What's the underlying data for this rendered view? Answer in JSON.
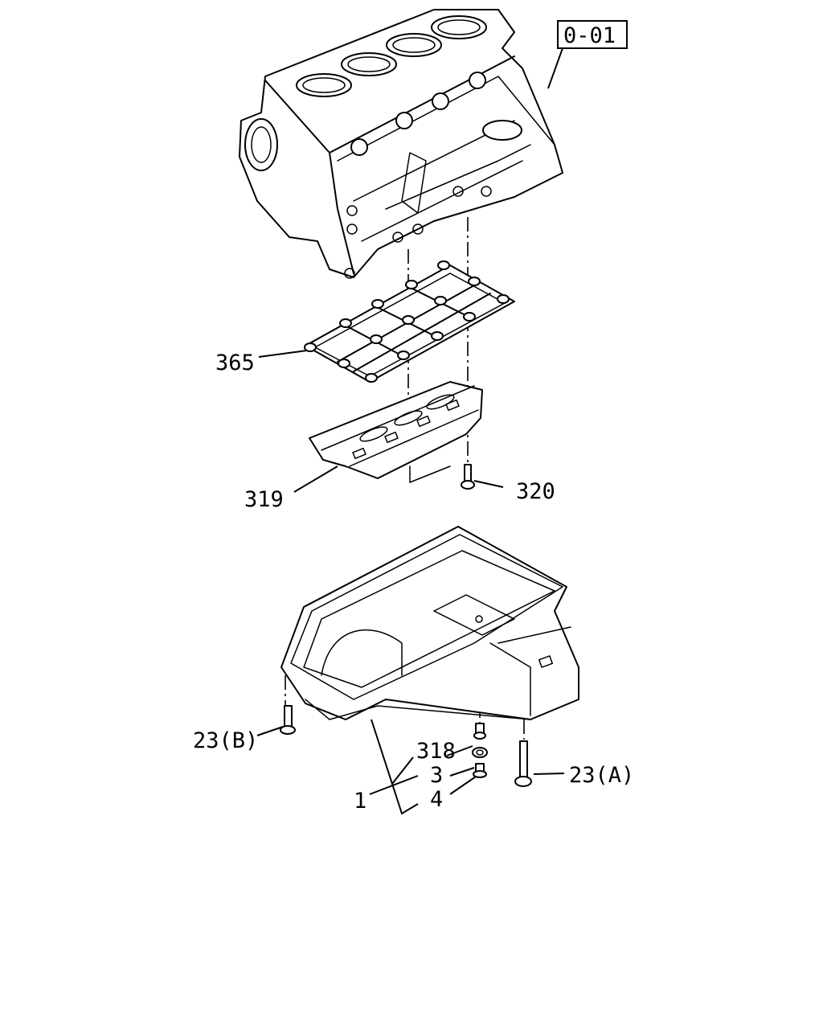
{
  "reference": {
    "code": "0-01"
  },
  "callouts": {
    "c365": "365",
    "c319": "319",
    "c320": "320",
    "c23b": "23(B)",
    "c318": "318",
    "c3": "3",
    "c1": "1",
    "c4": "4",
    "c23a": "23(A)"
  },
  "parts": [
    "cylinder-block",
    "bearing-cap-ladder-frame",
    "baffle-plate",
    "bolt",
    "oil-pan",
    "drain-plug",
    "washer",
    "plug",
    "long-bolt"
  ]
}
